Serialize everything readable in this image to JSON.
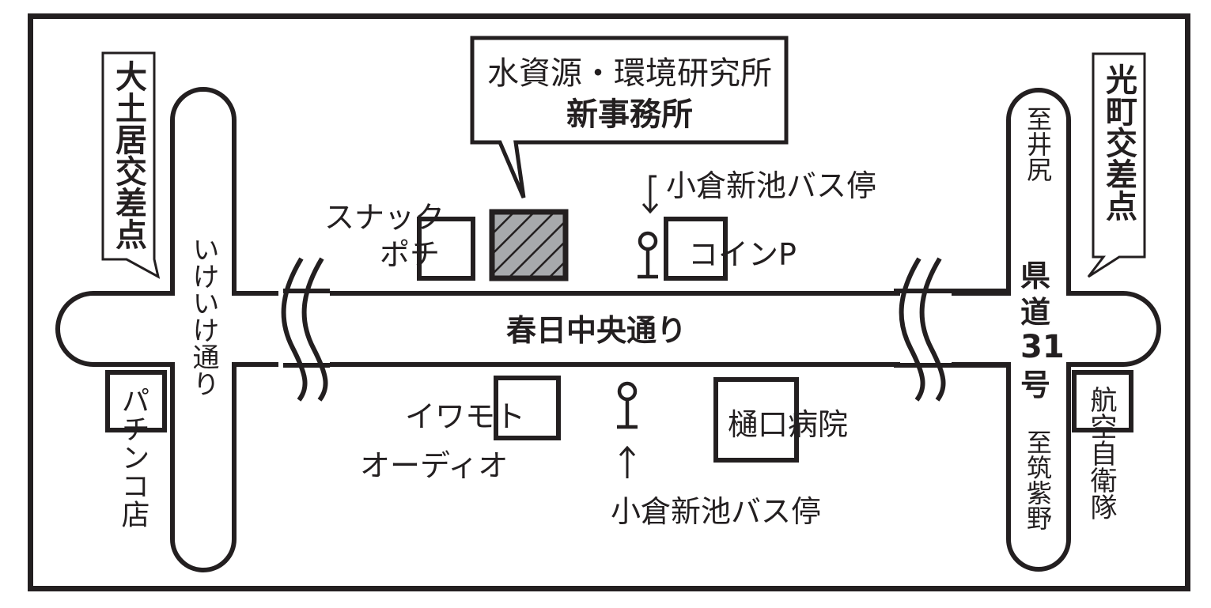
{
  "map": {
    "title_line1": "水資源・環境研究所",
    "title_line2": "新事務所",
    "colors": {
      "ink": "#231f20",
      "target_fill": "#a7a9ac",
      "background": "#ffffff"
    },
    "roads": {
      "main": "春日中央通り",
      "left_vertical": "いけいけ通り",
      "right_vertical": "県道31号",
      "right_vertical_parts": [
        "県",
        "道",
        "31",
        "号"
      ]
    },
    "intersections": {
      "left": "大土居交差点",
      "right": "光町交差点"
    },
    "directions": {
      "north": "至井尻",
      "south": "至筑紫野"
    },
    "landmarks": {
      "snack_line1": "スナック",
      "snack_line2": "ポチ",
      "coin_parking": "コインP",
      "bus_stop_north": "小倉新池バス停",
      "bus_stop_south": "小倉新池バス停",
      "audio_line1": "イワモト",
      "audio_line2": "オーディオ",
      "hospital": "樋口病院",
      "pachinko": "パチンコ店",
      "jsdf": "航空自衛隊"
    },
    "icons": {
      "bus_stop": "bus-stop-icon",
      "arrow_down": "arrow-down-icon",
      "arrow_up": "arrow-up-icon",
      "target_building": "hatched-building-icon"
    }
  }
}
